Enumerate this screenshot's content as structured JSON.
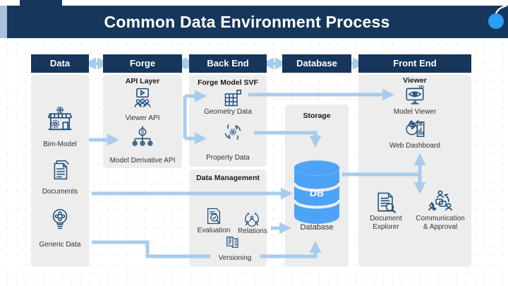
{
  "title": "Common Data Environment Process",
  "headers": {
    "data": "Data",
    "forge": "Forge",
    "backend": "Back End",
    "database": "Database",
    "frontend": "Front End"
  },
  "data_col": {
    "items": [
      {
        "label": "Bim-Model"
      },
      {
        "label": "Documents"
      },
      {
        "label": "Generic Data"
      }
    ]
  },
  "forge_col": {
    "title": "API Layer",
    "items": [
      {
        "label": "Viewer API"
      },
      {
        "label": "Model Derivative API"
      }
    ]
  },
  "backend_col": {
    "svf_title": "Forge Model SVF",
    "svf_items": [
      {
        "label": "Geometry Data"
      },
      {
        "label": "Property Data"
      }
    ],
    "dm_title": "Data Management",
    "dm_items": [
      {
        "label": "Evaluation"
      },
      {
        "label": "Relations"
      },
      {
        "label": "Versioning"
      }
    ]
  },
  "database_col": {
    "title": "Storage",
    "db_text": "DB",
    "label": "Database"
  },
  "frontend_col": {
    "title": "Viewer",
    "items": [
      {
        "label": "Model Viewer"
      },
      {
        "label": "Web Dashboard"
      },
      {
        "label": "Document Explorer"
      },
      {
        "label": "Communication & Approval"
      }
    ]
  },
  "colors": {
    "header_navy": "#16365C",
    "arrow_blue": "#A8CCEC",
    "db_cylinder_blue": "#4DA3F5",
    "panel_gray": "#EDEDED",
    "accent_circle_blue": "#2E9BF4",
    "left_stripe_blue": "#A9C0D8",
    "icon_stroke": "#1F4E79"
  }
}
